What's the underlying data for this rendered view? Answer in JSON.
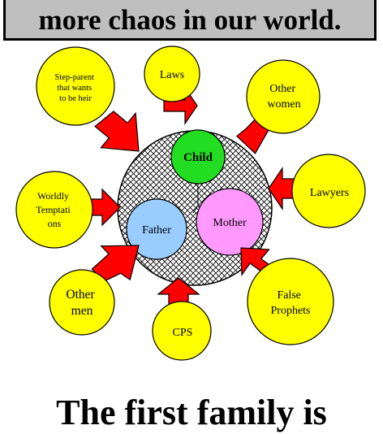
{
  "header": {
    "text": "more chaos in our world."
  },
  "footer": {
    "text": "The first family is"
  },
  "family": {
    "child": "Child",
    "father": "Father",
    "mother": "Mother"
  },
  "influences": {
    "stepparent": [
      "Step-parent",
      "that wants",
      "to be heir"
    ],
    "laws": [
      "Laws"
    ],
    "other_women": [
      "Other",
      "women"
    ],
    "lawyers": [
      "Lawyers"
    ],
    "false_prophets": [
      "False",
      "Prophets"
    ],
    "cps": [
      "CPS"
    ],
    "other_men": [
      "Other",
      "men"
    ],
    "worldly": [
      "Worldly",
      "Temptati",
      "ons"
    ]
  },
  "colors": {
    "yellow": "#ffff00",
    "red": "#ff0000",
    "child": "#22dd22",
    "father": "#99ccff",
    "mother": "#ff99ff",
    "banner": "#bfbfbf"
  }
}
